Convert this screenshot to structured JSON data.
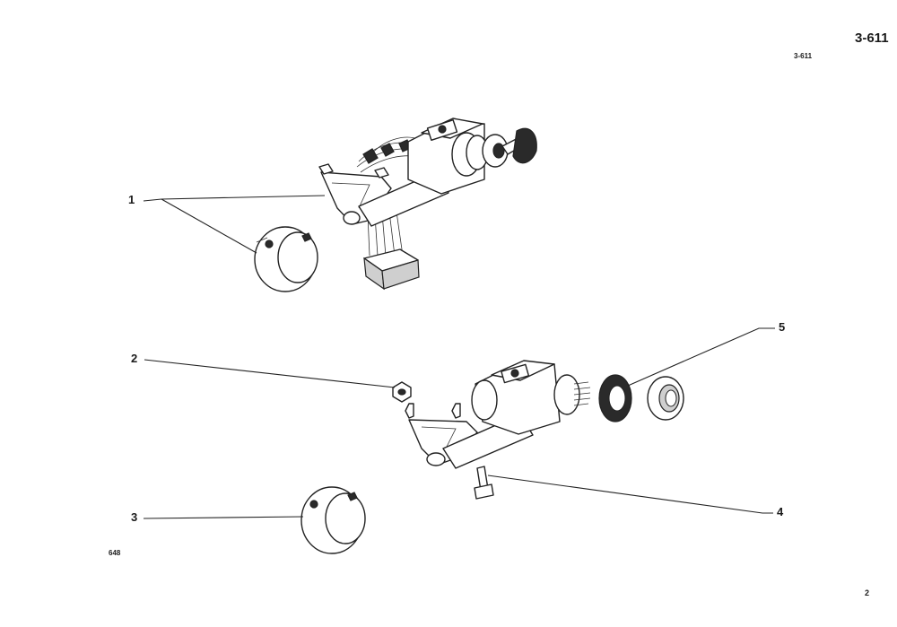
{
  "header": {
    "page_number": "3-611",
    "page_number_small": "3-611"
  },
  "footer": {
    "drawing_code": "648",
    "sheet_number": "2"
  },
  "callouts": [
    "1",
    "2",
    "3",
    "4",
    "5"
  ]
}
